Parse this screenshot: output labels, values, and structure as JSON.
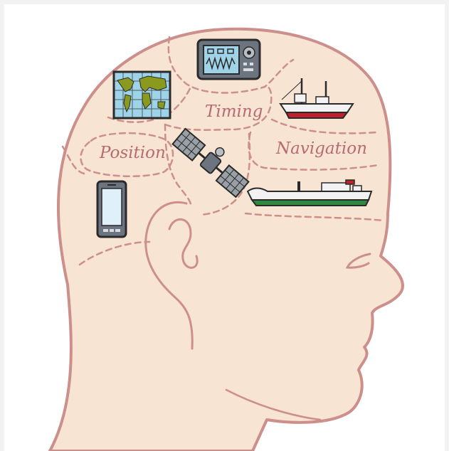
{
  "labels": {
    "timing": "Timing",
    "position": "Position",
    "navigation": "Navigation"
  },
  "colors": {
    "skin": "#f8e4d3",
    "outline": "#cc8f8b",
    "label": "#b86b6e",
    "background": "#f2f2f2",
    "ship_hull_green": "#2f8a3f",
    "ship_hull_red": "#c0202a",
    "map_water": "#9fd3e8",
    "map_land": "#8a9a1f"
  },
  "icons": [
    "world-map-icon",
    "radar-display-icon",
    "sailing-ship-icon",
    "satellite-icon",
    "smartphone-icon",
    "cargo-ship-icon"
  ]
}
